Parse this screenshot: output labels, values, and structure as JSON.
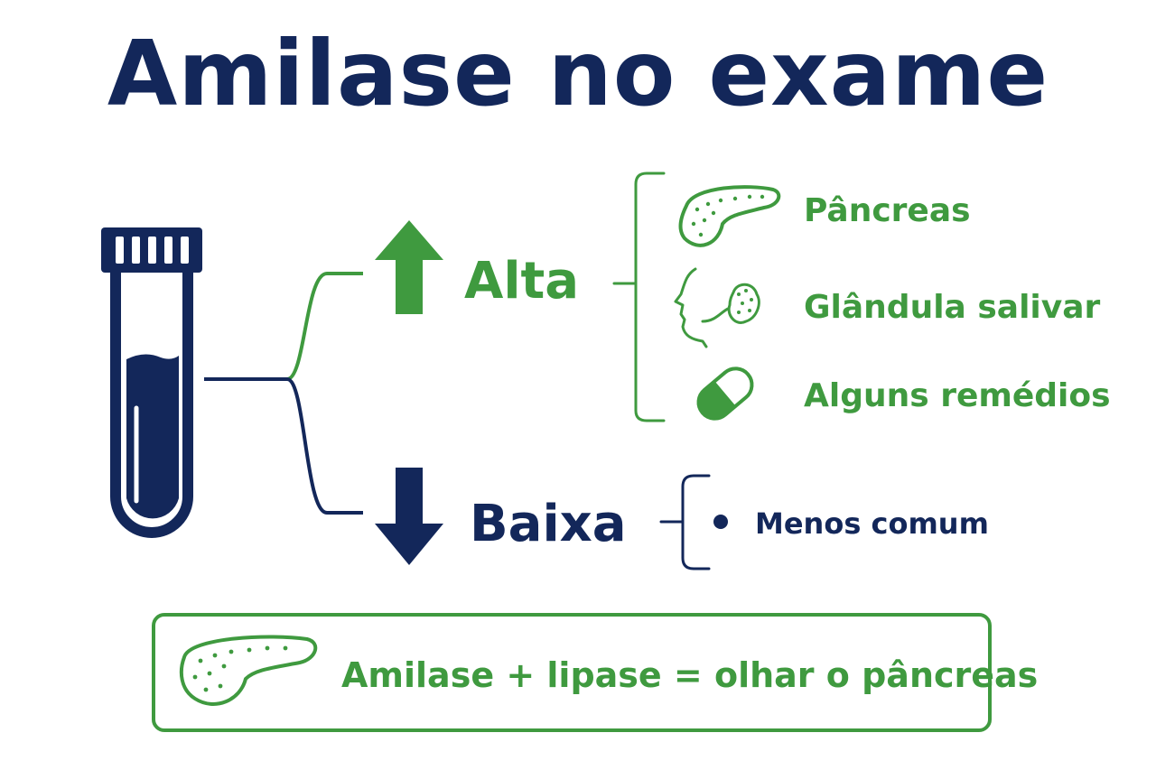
{
  "title": "Amilase no exame",
  "branches": {
    "high": {
      "label": "Alta",
      "causes": [
        "Pâncreas",
        "Glândula salivar",
        "Alguns remédios"
      ]
    },
    "low": {
      "label": "Baixa",
      "note": "Menos comum"
    }
  },
  "footer": {
    "text": "Amilase + lipase = olhar o pâncreas"
  },
  "icons": {
    "tube": "test-tube-icon",
    "up": "arrow-up-icon",
    "down": "arrow-down-icon",
    "pancreas": "pancreas-icon",
    "salivary": "salivary-gland-icon",
    "pill": "pill-icon"
  },
  "colors": {
    "navy": "#13275a",
    "green": "#3f9a3f"
  }
}
